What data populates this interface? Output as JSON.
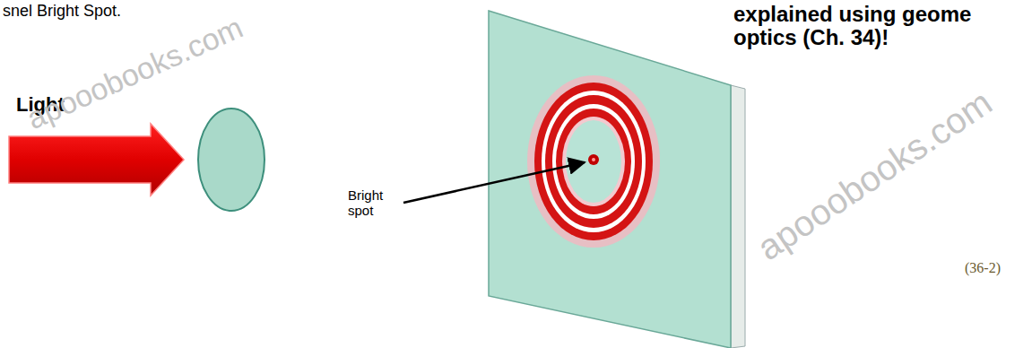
{
  "diagram": {
    "title": "snel Bright Spot.",
    "labels": [
      "explained using geome",
      "optics (Ch. 34)!",
      "Light",
      "Bright spot",
      "apooobooks.com",
      "apooobooks.com",
      "(36-2)"
    ]
  }
}
